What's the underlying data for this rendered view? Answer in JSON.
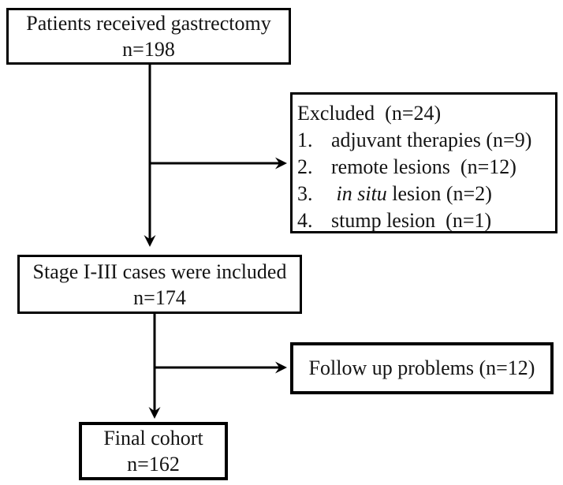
{
  "boxes": {
    "patients": {
      "line1": "Patients received gastrectomy",
      "line2": "n=198"
    },
    "excluded": {
      "title": "Excluded  (n=24)",
      "items": [
        {
          "num": "1.",
          "italic": "",
          "text": "adjuvant therapies (n=9)"
        },
        {
          "num": "2.",
          "italic": "",
          "text": "remote lesions  (n=12)"
        },
        {
          "num": "3.",
          "italic": " in situ",
          "text": " lesion (n=2)"
        },
        {
          "num": "4.",
          "italic": "",
          "text": "stump lesion  (n=1)"
        }
      ]
    },
    "stage": {
      "line1": "Stage I-III cases were included",
      "line2": "n=174"
    },
    "followup": {
      "label": "Follow up problems (n=12)"
    },
    "final": {
      "line1": "Final cohort",
      "line2": "n=162"
    }
  },
  "colors": {
    "line": "#000000",
    "text": "#141414",
    "background": "#ffffff"
  }
}
